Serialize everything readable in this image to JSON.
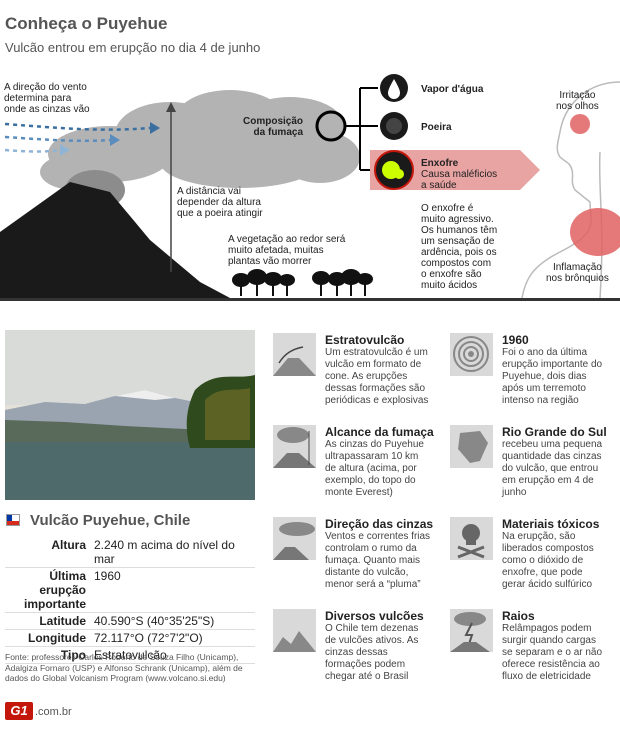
{
  "header": {
    "title": "Conheça o Puyehue",
    "subtitle": "Vulcão entrou em erupção no dia 4 de junho"
  },
  "diagram": {
    "wind_text": [
      "A direção do vento",
      "determina para",
      "onde as cinzas vão"
    ],
    "height_text": [
      "A distância vai",
      "depender da altura",
      "que a poeira atingir"
    ],
    "vegetation_text": [
      "A vegetação ao redor será",
      "muito afetada, muitas",
      "plantas vão morrer"
    ],
    "smoke_label": [
      "Composição",
      "da fumaça"
    ],
    "components": [
      {
        "name": "Vapor d'água",
        "desc": ""
      },
      {
        "name": "Poeira",
        "desc": ""
      },
      {
        "name": "Enxofre",
        "desc": "Causa maléficios a saúde"
      }
    ],
    "sulfur_desc": "Causa maléficios",
    "sulfur_desc2": "a saúde",
    "sulfur_text": [
      "O enxofre é",
      "muito agressivo.",
      "Os humanos têm",
      "um sensação de",
      "ardência, pois os",
      "compostos com",
      "o enxofre são",
      "muito ácidos"
    ],
    "irritation_text": [
      "Irritação",
      "nos olhos"
    ],
    "inflammation_text": [
      "Inflamação",
      "nos brônquios"
    ],
    "colors": {
      "sulfur": "#e8a3a3",
      "sulfur_dot": "#ccff00",
      "smoke": "#b3b3b3",
      "dark": "#1a1a1a",
      "arrow_blue": "#3a6fa0"
    }
  },
  "volcano": {
    "title": "Vulcão Puyehue, Chile",
    "rows": [
      {
        "k": "Altura",
        "v": "2.240 m acima do nível do mar"
      },
      {
        "k": "Última erupção importante",
        "v": "1960"
      },
      {
        "k": "Latitude",
        "v": "40.590°S (40°35'25\"S)"
      },
      {
        "k": "Longitude",
        "v": "72.117°O (72°7'2\"O)"
      },
      {
        "k": "Tipo",
        "v": "Estratovulcão"
      }
    ],
    "source": "Fonte: professores Carlos Roberto de Souza Filho (Unicamp), Adalgiza Fornaro (USP) e Alfonso Schrank (Unicamp), além de dados do Global Volcanism Program (www.volcano.si.edu)",
    "logo": "G1",
    "domain": ".com.br"
  },
  "cards": [
    {
      "title": "Estratovulcão",
      "lines": [
        "Um estratovulcão é um",
        "vulcão em formato de",
        "cone. As erupções",
        "dessas formações são",
        "periódicas e explosivas"
      ],
      "icon": "stratovolcano-icon"
    },
    {
      "title": "1960",
      "lines": [
        "Foi o ano da última",
        "erupção importante do",
        "Puyehue, dois dias",
        "após um terremoto",
        "intenso na região"
      ],
      "icon": "earthquake-icon"
    },
    {
      "title": "Alcance da fumaça",
      "lines": [
        "As cinzas do Puyehue",
        "ultrapassaram 10 km",
        "de altura (acima, por",
        "exemplo, do topo do",
        "monte Everest)"
      ],
      "icon": "smoke-reach-icon"
    },
    {
      "title": "Rio Grande do Sul",
      "lines": [
        "recebeu uma pequena",
        "quantidade das cinzas",
        "do vulcão, que entrou",
        "em erupção em 4 de",
        "junho"
      ],
      "icon": "rs-map-icon"
    },
    {
      "title": "Direção das cinzas",
      "lines": [
        "Ventos e correntes frias",
        "controlam o rumo da",
        "fumaça. Quanto mais",
        "distante do vulcão,",
        "menor será a “pluma”"
      ],
      "icon": "ash-direction-icon"
    },
    {
      "title": "Materiais tóxicos",
      "lines": [
        "Na erupção, são",
        "liberados compostos",
        "como o dióxido de",
        "enxofre, que pode",
        "gerar ácido sulfúrico"
      ],
      "icon": "skull-icon"
    },
    {
      "title": "Diversos vulcões",
      "lines": [
        "O Chile tem dezenas",
        "de vulcões ativos. As",
        "cinzas dessas",
        "formações podem",
        "chegar até o Brasil"
      ],
      "icon": "volcanoes-icon"
    },
    {
      "title": "Raios",
      "lines": [
        "Relâmpagos podem",
        "surgir quando cargas",
        "se separam e o ar não",
        "oferece resistência ao",
        "fluxo de eletricidade"
      ],
      "icon": "lightning-icon"
    }
  ]
}
